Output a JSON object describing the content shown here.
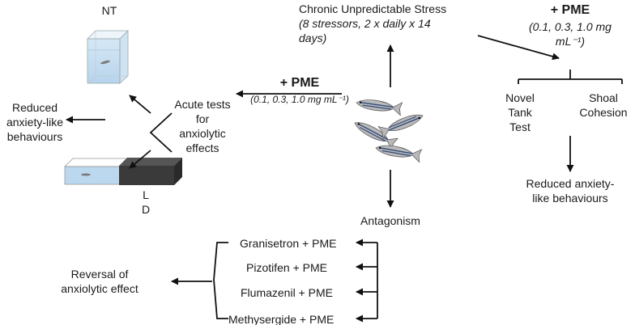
{
  "nt_label": "NT",
  "reduced_left": [
    "Reduced",
    "anxiety-like",
    "behaviours"
  ],
  "acute_tests": [
    "Acute tests",
    "for",
    "anxiolytic",
    "effects"
  ],
  "ld_label": [
    "L",
    "D"
  ],
  "pme_center": {
    "title": "+ PME",
    "doses": "(0.1, 0.3, 1.0 mg mL⁻¹)"
  },
  "chronic": {
    "title": "Chronic Unpredictable Stress",
    "line2": "(8 stressors, 2 x daily x 14",
    "line3": "days)"
  },
  "pme_right": {
    "title": "+ PME",
    "line2": "(0.1, 0.3, 1.0 mg",
    "line3": "mL⁻¹)"
  },
  "novel_tank": [
    "Novel",
    "Tank",
    "Test"
  ],
  "shoal": [
    "Shoal",
    "Cohesion"
  ],
  "reduced_right": [
    "Reduced anxiety-",
    "like behaviours"
  ],
  "antagonism": "Antagonism",
  "antagonists": [
    "Granisetron + PME",
    "Pizotifen + PME",
    "Flumazenil + PME",
    "Methysergide + PME"
  ],
  "reversal": [
    "Reversal of",
    "anxiolytic effect"
  ],
  "colors": {
    "water": "#bfd9ef",
    "dark_box": "#3a3a3a",
    "line": "#111111"
  }
}
